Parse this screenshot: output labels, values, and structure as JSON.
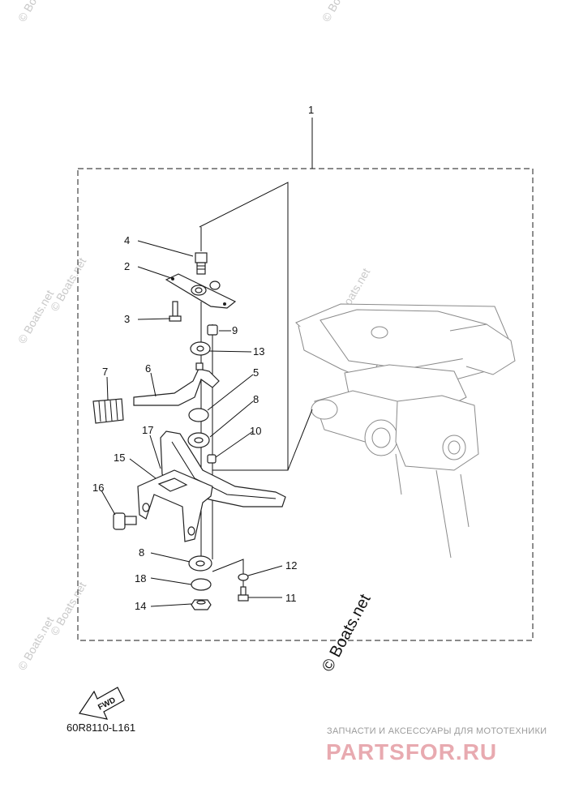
{
  "diagram": {
    "callouts": [
      "1",
      "2",
      "3",
      "4",
      "5",
      "6",
      "7",
      "8",
      "8",
      "9",
      "10",
      "11",
      "12",
      "13",
      "14",
      "15",
      "16",
      "17",
      "18"
    ],
    "drawing_code": "60R8110-L161",
    "fwd_arrow": "FWD",
    "watermark": "© Boats.net",
    "brand_tagline": "ЗАПЧАСТИ И АКСЕССУАРЫ ДЛЯ МОТОТЕХНИКИ",
    "brand_name": "PARTSFOR.RU"
  }
}
